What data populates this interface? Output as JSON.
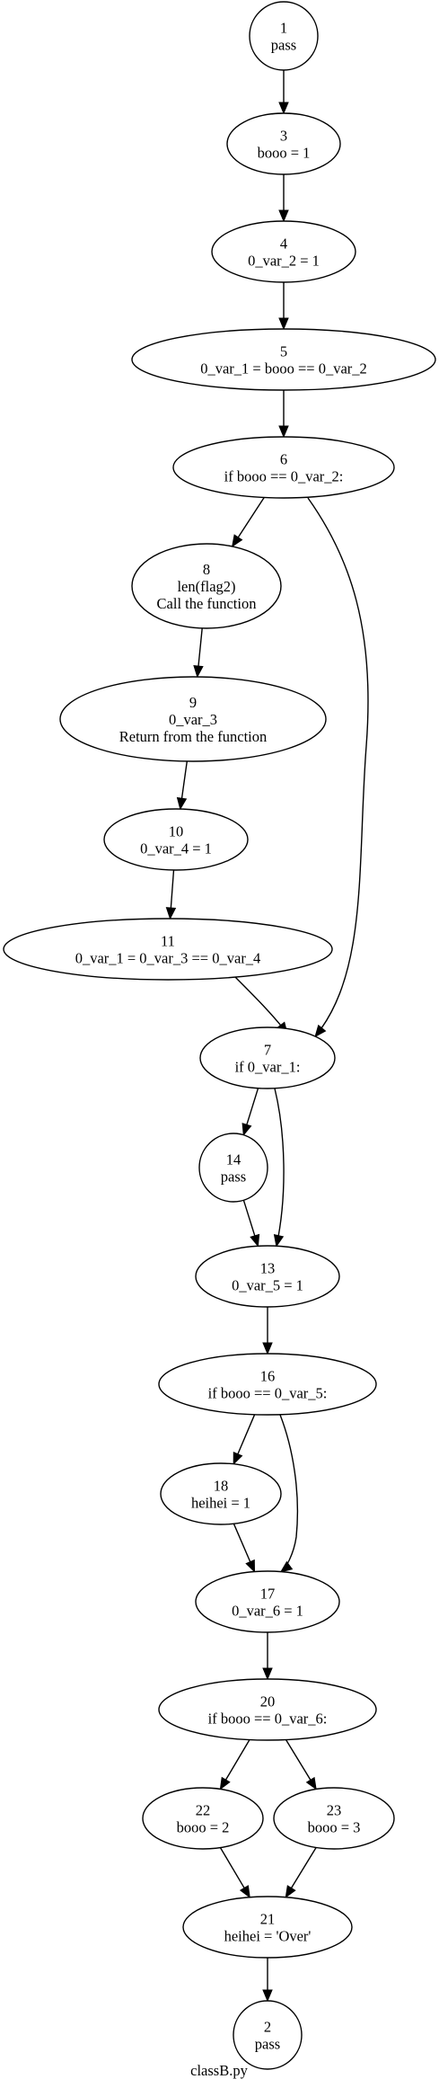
{
  "caption": "classB.py",
  "nodes": [
    {
      "id": "n1",
      "lines": [
        "1",
        "pass"
      ]
    },
    {
      "id": "n3",
      "lines": [
        "3",
        "booo = 1"
      ]
    },
    {
      "id": "n4",
      "lines": [
        "4",
        "0_var_2 = 1"
      ]
    },
    {
      "id": "n5",
      "lines": [
        "5",
        "0_var_1 = booo == 0_var_2"
      ]
    },
    {
      "id": "n6",
      "lines": [
        "6",
        "if booo == 0_var_2:"
      ]
    },
    {
      "id": "n8",
      "lines": [
        "8",
        "len(flag2)",
        "Call the function"
      ]
    },
    {
      "id": "n9",
      "lines": [
        "9",
        "0_var_3",
        "Return from the function"
      ]
    },
    {
      "id": "n10",
      "lines": [
        "10",
        "0_var_4 = 1"
      ]
    },
    {
      "id": "n11",
      "lines": [
        "11",
        "0_var_1 = 0_var_3 == 0_var_4"
      ]
    },
    {
      "id": "n7",
      "lines": [
        "7",
        "if 0_var_1:"
      ]
    },
    {
      "id": "n14",
      "lines": [
        "14",
        "pass"
      ]
    },
    {
      "id": "n13",
      "lines": [
        "13",
        "0_var_5 = 1"
      ]
    },
    {
      "id": "n16",
      "lines": [
        "16",
        "if booo == 0_var_5:"
      ]
    },
    {
      "id": "n18",
      "lines": [
        "18",
        "heihei = 1"
      ]
    },
    {
      "id": "n17",
      "lines": [
        "17",
        "0_var_6 = 1"
      ]
    },
    {
      "id": "n20",
      "lines": [
        "20",
        "if booo == 0_var_6:"
      ]
    },
    {
      "id": "n22",
      "lines": [
        "22",
        "booo = 2"
      ]
    },
    {
      "id": "n23",
      "lines": [
        "23",
        "booo = 3"
      ]
    },
    {
      "id": "n21",
      "lines": [
        "21",
        "heihei = 'Over'"
      ]
    },
    {
      "id": "n2",
      "lines": [
        "2",
        "pass"
      ]
    }
  ],
  "edges": [
    {
      "from": "n1",
      "to": "n3"
    },
    {
      "from": "n3",
      "to": "n4"
    },
    {
      "from": "n4",
      "to": "n5"
    },
    {
      "from": "n5",
      "to": "n6"
    },
    {
      "from": "n6",
      "to": "n8"
    },
    {
      "from": "n6",
      "to": "n7"
    },
    {
      "from": "n8",
      "to": "n9"
    },
    {
      "from": "n9",
      "to": "n10"
    },
    {
      "from": "n10",
      "to": "n11"
    },
    {
      "from": "n11",
      "to": "n7"
    },
    {
      "from": "n7",
      "to": "n14"
    },
    {
      "from": "n7",
      "to": "n13"
    },
    {
      "from": "n14",
      "to": "n13"
    },
    {
      "from": "n13",
      "to": "n16"
    },
    {
      "from": "n16",
      "to": "n18"
    },
    {
      "from": "n16",
      "to": "n17"
    },
    {
      "from": "n18",
      "to": "n17"
    },
    {
      "from": "n17",
      "to": "n20"
    },
    {
      "from": "n20",
      "to": "n22"
    },
    {
      "from": "n20",
      "to": "n23"
    },
    {
      "from": "n22",
      "to": "n21"
    },
    {
      "from": "n23",
      "to": "n21"
    },
    {
      "from": "n21",
      "to": "n2"
    }
  ]
}
